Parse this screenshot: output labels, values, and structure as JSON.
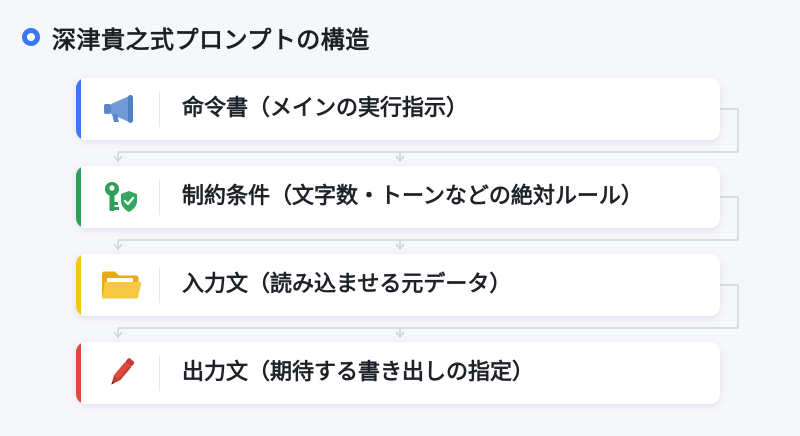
{
  "header": {
    "title": "深津貴之式プロンプトの構造"
  },
  "steps": [
    {
      "label": "命令書（メインの実行指示）",
      "icon": "megaphone-icon",
      "color": "#3b78f2"
    },
    {
      "label": "制約条件（文字数・トーンなどの絶対ルール）",
      "icon": "key-shield-icon",
      "color": "#2f9e5b"
    },
    {
      "label": "入力文（読み込ませる元データ）",
      "icon": "folder-icon",
      "color": "#f5c518"
    },
    {
      "label": "出力文（期待する書き出しの指定）",
      "icon": "pen-icon",
      "color": "#e0483b"
    }
  ]
}
